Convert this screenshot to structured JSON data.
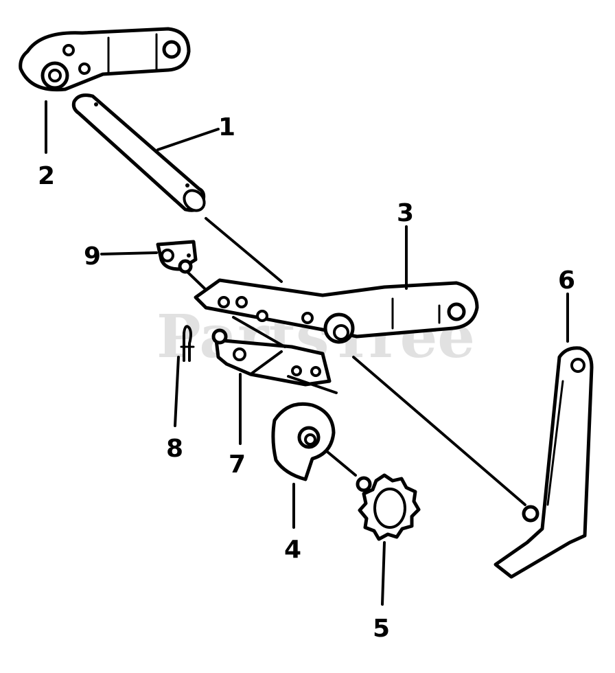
{
  "watermark": "PartsTree",
  "callouts": {
    "c1": "1",
    "c2": "2",
    "c3": "3",
    "c4": "4",
    "c5": "5",
    "c6": "6",
    "c7": "7",
    "c8": "8",
    "c9": "9"
  }
}
